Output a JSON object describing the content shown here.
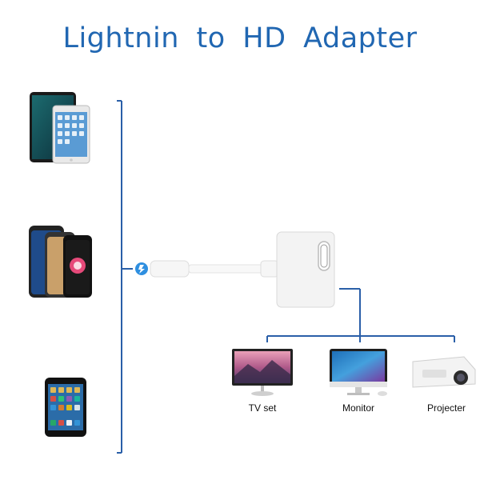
{
  "title": "Lightnin to HD Adapter",
  "outputs": [
    {
      "label": "TV set",
      "icon": "tv-icon"
    },
    {
      "label": "Monitor",
      "icon": "monitor-icon"
    },
    {
      "label": "Projecter",
      "icon": "projector-icon"
    }
  ],
  "inputs": [
    {
      "icon": "ipad-icon"
    },
    {
      "icon": "iphone-modern-icon"
    },
    {
      "icon": "iphone-classic-icon"
    }
  ],
  "colors": {
    "title": "#2167b2",
    "lines": "#2a5fa8",
    "adapter": "#f2f2f2"
  }
}
